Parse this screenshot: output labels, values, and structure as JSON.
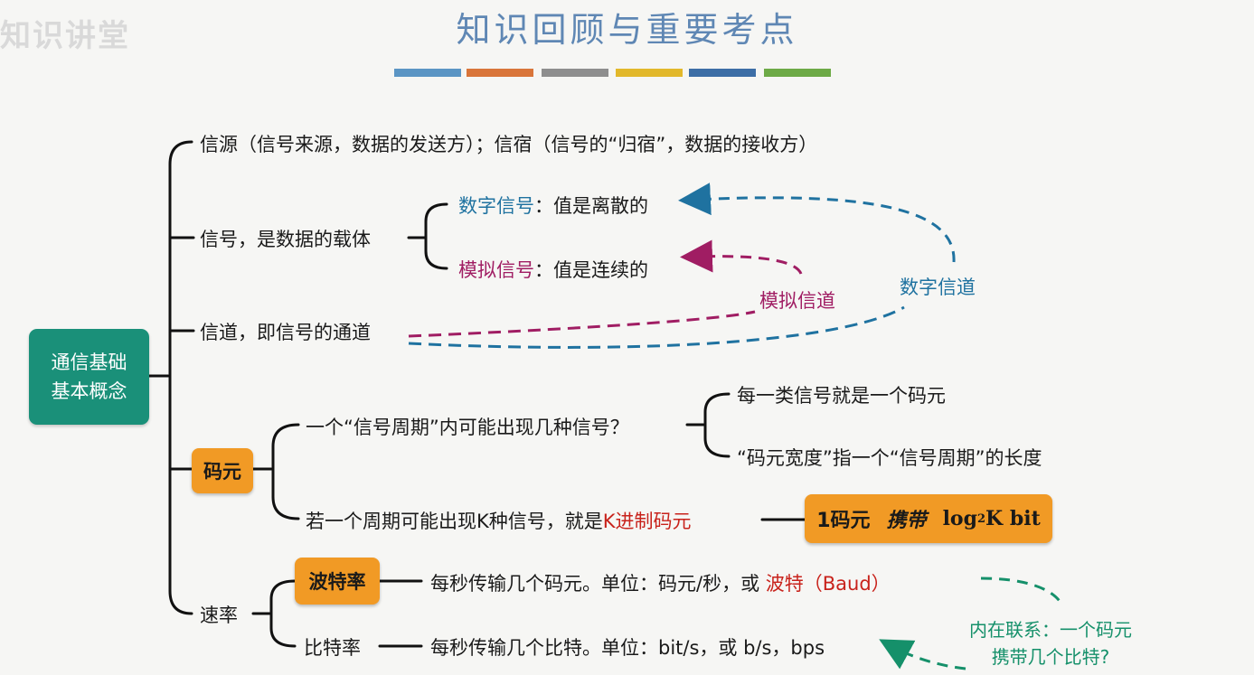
{
  "watermark": "知识讲堂",
  "title": "知识回顾与重要考点",
  "title_bars": [
    "#5b95c4",
    "#d9753a",
    "#8e8e8e",
    "#e2b82b",
    "#3d6ea6",
    "#6daa46"
  ],
  "root": {
    "line1": "通信基础",
    "line2": "基本概念"
  },
  "source": "信源（信号来源，数据的发送方）；信宿（信号的“归宿”，数据的接收方）",
  "signal": {
    "label": "信号，是数据的载体",
    "digital_name": "数字信号",
    "digital_desc": "：值是离散的",
    "analog_name": "模拟信号",
    "analog_desc": "：值是连续的"
  },
  "channel": {
    "label": "信道，即信号的通道",
    "analog_channel": "模拟信道",
    "digital_channel": "数字信道"
  },
  "symbol": {
    "label": "码元",
    "question": "一个“信号周期”内可能出现几种信号？",
    "answer1": "每一类信号就是一个码元",
    "answer2": "“码元宽度”指一个“信号周期”的长度",
    "k_prefix": "若一个周期可能出现K种信号，就是",
    "k_highlight": "K进制码元",
    "carry_a": "1码元",
    "carry_b": "携带",
    "carry_c": "log",
    "carry_sub": "2",
    "carry_d": "K bit"
  },
  "rate": {
    "label": "速率",
    "baud_label": "波特率",
    "baud_desc": "每秒传输几个码元。单位：码元/秒，或 ",
    "baud_unit": "波特（Baud）",
    "bit_label": "比特率",
    "bit_desc": "每秒传输几个比特。单位：bit/s，或 b/s，bps",
    "relation_line1": "内在联系：一个码元",
    "relation_line2": "携带几个比特?"
  },
  "colors": {
    "teal": "#1a9079",
    "orange": "#f19a25",
    "blue": "#1f72a0",
    "magenta": "#a01d63",
    "red": "#c8221b",
    "green": "#15906a"
  }
}
